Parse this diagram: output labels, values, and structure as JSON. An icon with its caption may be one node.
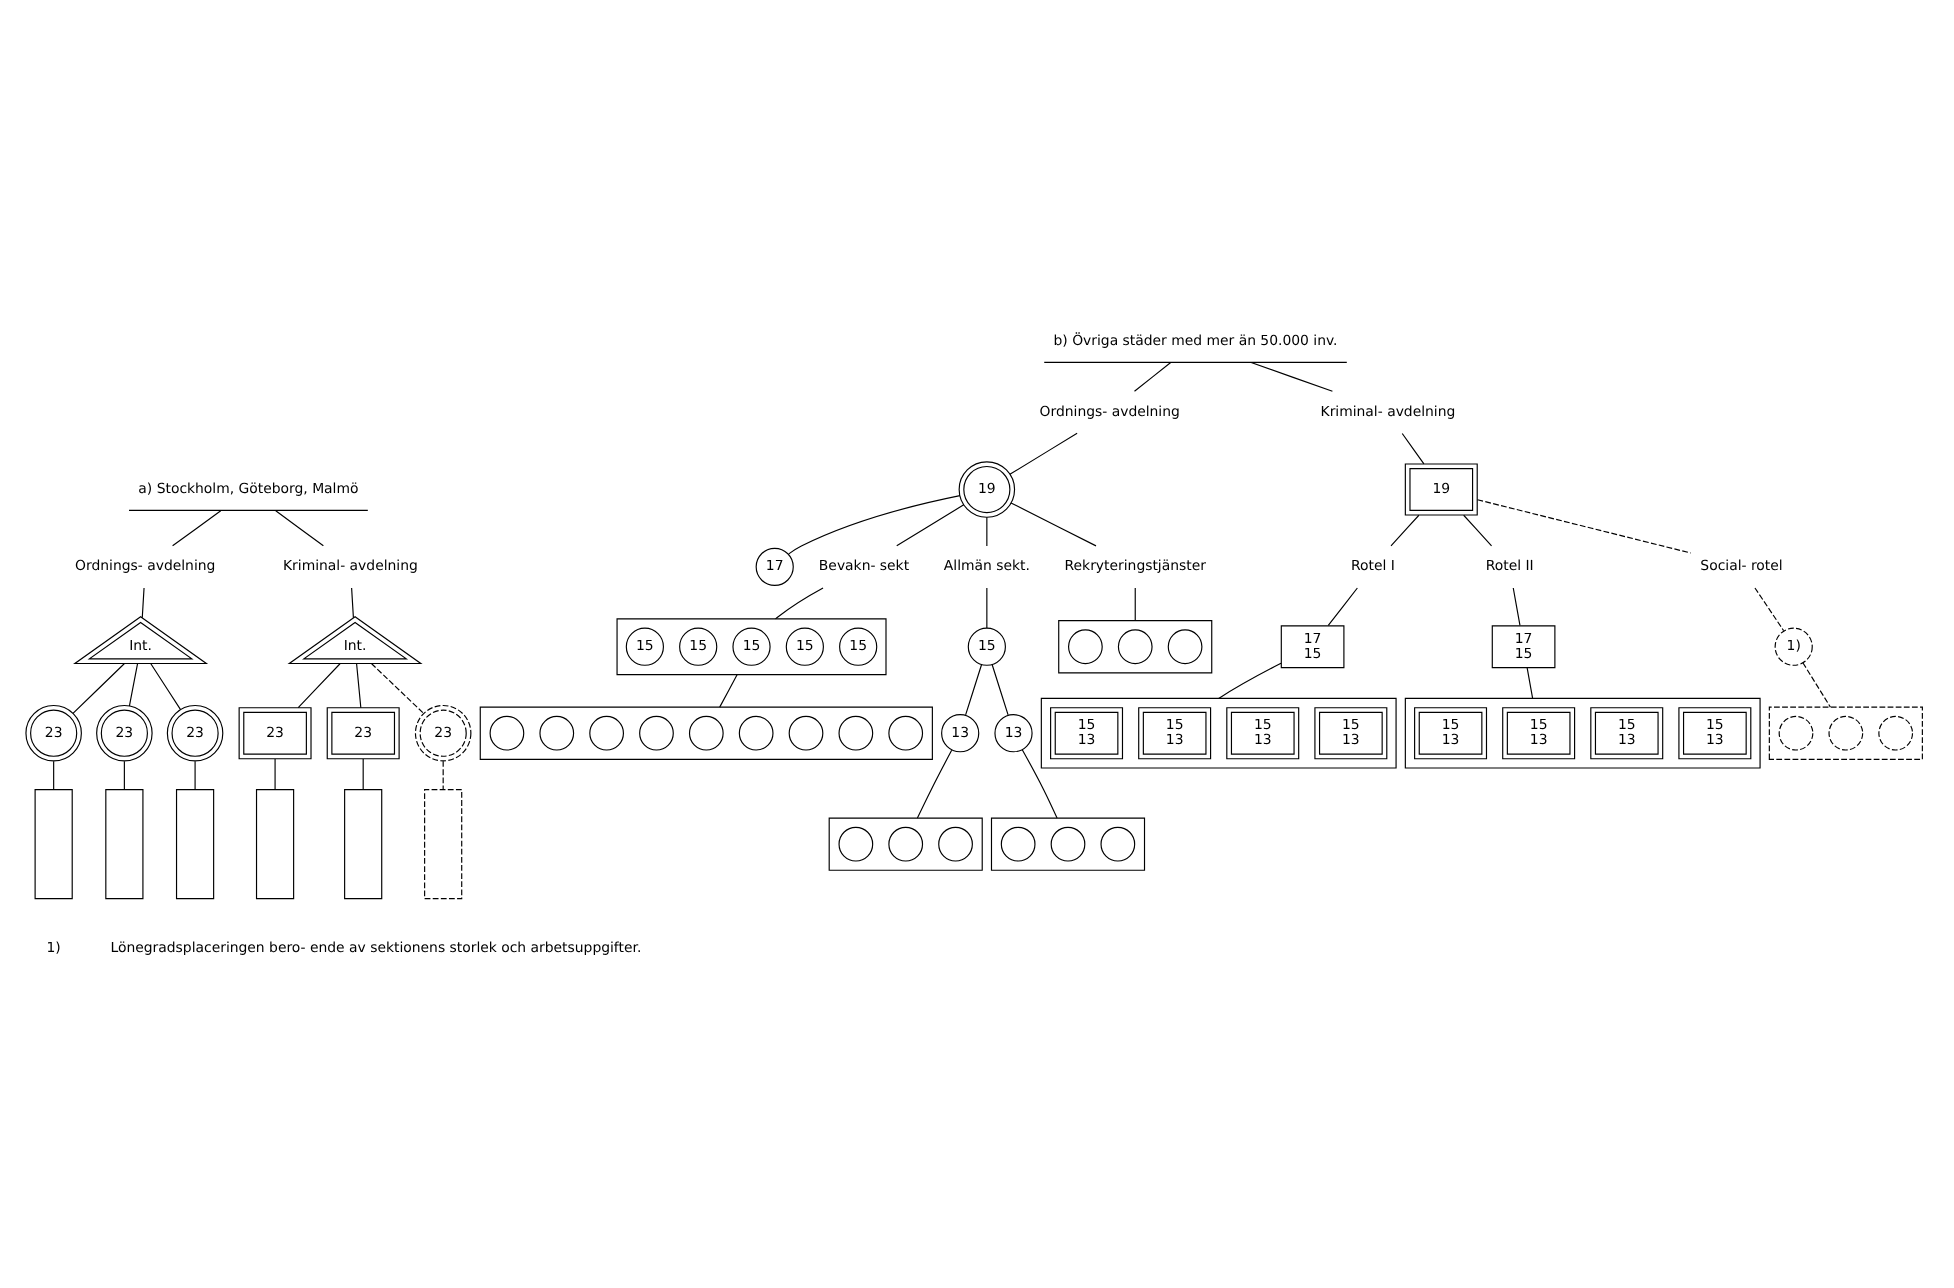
{
  "diagram": {
    "nodes": [
      {
        "text": [
          "a) Stockholm, Göteborg, Malmö"
        ]
      },
      {
        "text": [
          "Ordnings- avdelning"
        ]
      },
      {
        "text": [
          "Kriminal- avdelning"
        ]
      },
      {
        "text": [
          "Int."
        ]
      },
      {
        "text": [
          "Int."
        ]
      },
      {
        "text": [
          "23"
        ]
      },
      {
        "text": [
          "23"
        ]
      },
      {
        "text": [
          "23"
        ]
      },
      {
        "text": [
          "23"
        ]
      },
      {
        "text": [
          "23"
        ]
      },
      {
        "text": [
          "23"
        ]
      },
      {
        "text": [],
        "shape": "box"
      },
      {
        "text": [],
        "shape": "box"
      },
      {
        "text": [],
        "shape": "box"
      },
      {
        "text": [],
        "shape": "box"
      },
      {
        "text": [],
        "shape": "box"
      },
      {
        "text": [],
        "shape": "box"
      },
      {
        "text": [
          "b) Övriga städer med mer än 50.000 inv."
        ]
      },
      {
        "text": [
          "Ordnings- avdelning"
        ]
      },
      {
        "text": [
          "Kriminal- avdelning"
        ]
      },
      {
        "text": [
          "19"
        ]
      },
      {
        "text": [
          "19"
        ]
      },
      {
        "text": [
          "17"
        ]
      },
      {
        "text": [
          "Bevakn- sekt"
        ]
      },
      {
        "text": [
          "Allmän sekt."
        ]
      },
      {
        "text": [],
        "shape": "box"
      },
      {
        "text": [
          "15"
        ],
        "in": 25
      },
      {
        "text": [
          "15"
        ],
        "in": 25
      },
      {
        "text": [
          "15"
        ],
        "in": 25
      },
      {
        "text": [
          "15"
        ],
        "in": 25
      },
      {
        "text": [
          "15"
        ],
        "in": 25
      },
      {
        "text": [],
        "shape": "box"
      },
      {
        "text": [],
        "shape": "circle",
        "in": 31
      },
      {
        "text": [],
        "shape": "circle",
        "in": 31
      },
      {
        "text": [],
        "shape": "circle",
        "in": 31
      },
      {
        "text": [],
        "shape": "circle",
        "in": 31
      },
      {
        "text": [],
        "shape": "circle",
        "in": 31
      },
      {
        "text": [],
        "shape": "circle",
        "in": 31
      },
      {
        "text": [],
        "shape": "circle",
        "in": 31
      },
      {
        "text": [],
        "shape": "circle",
        "in": 31
      },
      {
        "text": [],
        "shape": "circle",
        "in": 31
      },
      {
        "text": [
          "15"
        ]
      },
      {
        "text": [
          "13"
        ]
      },
      {
        "text": [
          "13"
        ]
      },
      {
        "text": [],
        "shape": "box"
      },
      {
        "text": [],
        "shape": "circle",
        "in": 44
      },
      {
        "text": [],
        "shape": "circle",
        "in": 44
      },
      {
        "text": [],
        "shape": "circle",
        "in": 44
      },
      {
        "text": [],
        "shape": "box"
      },
      {
        "text": [],
        "shape": "circle",
        "in": 48
      },
      {
        "text": [],
        "shape": "circle",
        "in": 48
      },
      {
        "text": [],
        "shape": "circle",
        "in": 48
      },
      {
        "text": [
          "Rekryteringstjänster"
        ]
      },
      {
        "text": [],
        "shape": "box"
      },
      {
        "text": [],
        "shape": "circle",
        "in": 53
      },
      {
        "text": [],
        "shape": "circle",
        "in": 53
      },
      {
        "text": [],
        "shape": "circle",
        "in": 53
      },
      {
        "text": [
          "Rotel I"
        ]
      },
      {
        "text": [
          "Rotel II"
        ]
      },
      {
        "text": [
          "Social- rotel"
        ]
      },
      {
        "text": [
          "17",
          "15"
        ]
      },
      {
        "text": [
          "17",
          "15"
        ]
      },
      {
        "text": [
          "1)"
        ]
      },
      {
        "text": [],
        "shape": "box"
      },
      {
        "text": [
          "15",
          "13"
        ],
        "in": 63
      },
      {
        "text": [
          "15",
          "13"
        ],
        "in": 63
      },
      {
        "text": [
          "15",
          "13"
        ],
        "in": 63
      },
      {
        "text": [
          "15",
          "13"
        ],
        "in": 63
      },
      {
        "text": [],
        "shape": "box"
      },
      {
        "text": [
          "15",
          "13"
        ],
        "in": 68
      },
      {
        "text": [
          "15",
          "13"
        ],
        "in": 68
      },
      {
        "text": [
          "15",
          "13"
        ],
        "in": 68
      },
      {
        "text": [
          "15",
          "13"
        ],
        "in": 68
      },
      {
        "text": [],
        "shape": "box"
      },
      {
        "text": [],
        "shape": "circle",
        "in": 73
      },
      {
        "text": [],
        "shape": "circle",
        "in": 73
      },
      {
        "text": [],
        "shape": "circle",
        "in": 73
      }
    ],
    "edges": [
      {
        "from": 0,
        "to": 1,
        "arrow": "none"
      },
      {
        "from": 0,
        "to": 2,
        "arrow": "none"
      },
      {
        "from": 1,
        "to": 3,
        "arrow": "none"
      },
      {
        "from": 2,
        "to": 4,
        "arrow": "none"
      },
      {
        "from": 3,
        "to": 5,
        "arrow": "none"
      },
      {
        "from": 3,
        "to": 6,
        "arrow": "none"
      },
      {
        "from": 3,
        "to": 7,
        "arrow": "none"
      },
      {
        "from": 4,
        "to": 8,
        "arrow": "none"
      },
      {
        "from": 4,
        "to": 9,
        "arrow": "none"
      },
      {
        "from": 4,
        "to": 10,
        "arrow": "none",
        "style": "dashed"
      },
      {
        "from": 5,
        "to": 11,
        "arrow": "none"
      },
      {
        "from": 6,
        "to": 12,
        "arrow": "none"
      },
      {
        "from": 7,
        "to": 13,
        "arrow": "none"
      },
      {
        "from": 8,
        "to": 14,
        "arrow": "none"
      },
      {
        "from": 9,
        "to": 15,
        "arrow": "none"
      },
      {
        "from": 10,
        "to": 16,
        "arrow": "none",
        "style": "dashed"
      },
      {
        "from": 17,
        "to": 18,
        "arrow": "none"
      },
      {
        "from": 17,
        "to": 19,
        "arrow": "none"
      },
      {
        "from": 18,
        "to": 20,
        "arrow": "none"
      },
      {
        "from": 20,
        "to": 22,
        "arrow": "none"
      },
      {
        "from": 20,
        "to": 23,
        "arrow": "none"
      },
      {
        "from": 20,
        "to": 24,
        "arrow": "none"
      },
      {
        "from": 23,
        "to": 25,
        "arrow": "none"
      },
      {
        "from": 25,
        "to": 31,
        "arrow": "none"
      },
      {
        "from": 24,
        "to": 41,
        "arrow": "none"
      },
      {
        "from": 41,
        "to": 42,
        "arrow": "none"
      },
      {
        "from": 41,
        "to": 43,
        "arrow": "none"
      },
      {
        "from": 42,
        "to": 44,
        "arrow": "none"
      },
      {
        "from": 43,
        "to": 48,
        "arrow": "none"
      },
      {
        "from": 20,
        "to": 52,
        "arrow": "none"
      },
      {
        "from": 52,
        "to": 53,
        "arrow": "none"
      },
      {
        "from": 19,
        "to": 21,
        "arrow": "none"
      },
      {
        "from": 21,
        "to": 57,
        "arrow": "none"
      },
      {
        "from": 21,
        "to": 58,
        "arrow": "none"
      },
      {
        "from": 21,
        "to": 59,
        "arrow": "none",
        "style": "dashed"
      },
      {
        "from": 57,
        "to": 60,
        "arrow": "none"
      },
      {
        "from": 58,
        "to": 61,
        "arrow": "none"
      },
      {
        "from": 59,
        "to": 62,
        "arrow": "none",
        "style": "dashed"
      },
      {
        "from": 60,
        "to": 63,
        "arrow": "none"
      },
      {
        "from": 61,
        "to": 68,
        "arrow": "none"
      },
      {
        "from": 62,
        "to": 73,
        "arrow": "none",
        "style": "dashed"
      }
    ],
    "labels": [
      "1)",
      "Lönegradsplaceringen bero- ende av sektionens storlek och arbetsuppgifter."
    ]
  }
}
